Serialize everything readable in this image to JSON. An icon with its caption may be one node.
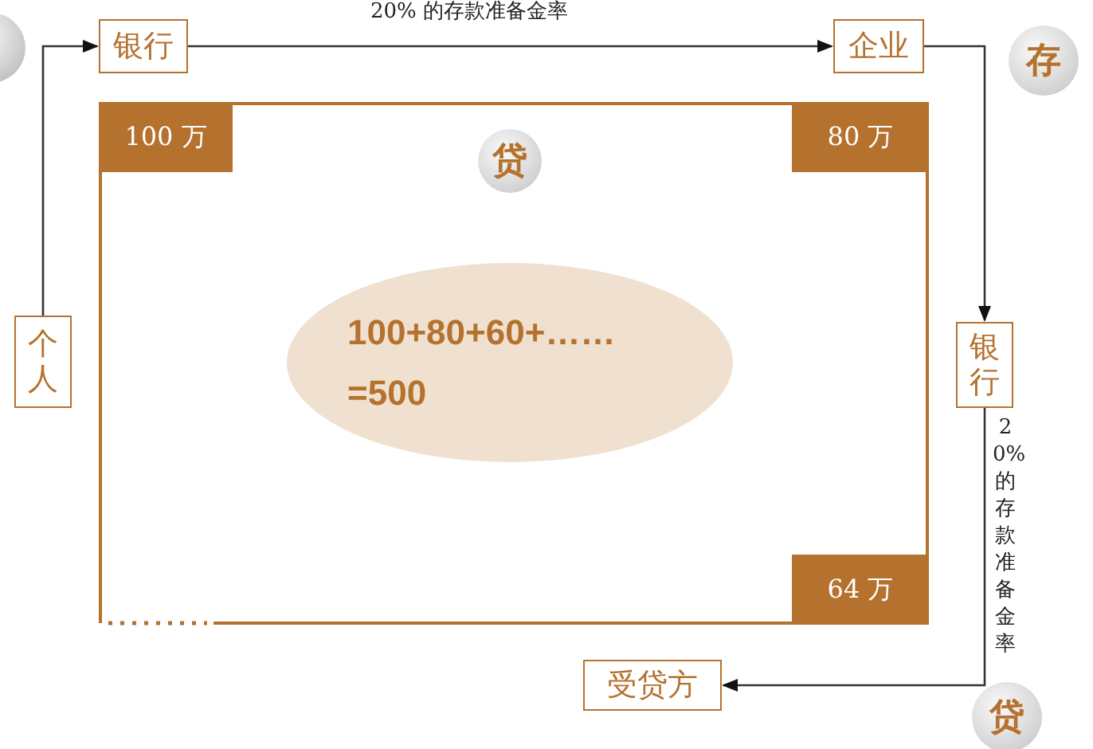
{
  "diagram": {
    "nodes": [
      {
        "text": [
          "银行"
        ]
      },
      {
        "text": [
          "企业"
        ]
      },
      {
        "text": [
          "存"
        ]
      },
      {
        "text": [],
        "shape": "box"
      },
      {
        "text": [
          "100 万"
        ],
        "in": 3
      },
      {
        "text": [
          "贷"
        ],
        "in": 3
      },
      {
        "text": [
          "80 万"
        ],
        "in": 3
      },
      {
        "text": [
          "100+80+60+…… =500"
        ],
        "in": 3
      },
      {
        "text": [
          "64 万"
        ],
        "in": 3
      },
      {
        "text": [
          "个人"
        ]
      },
      {
        "text": [
          "银行"
        ]
      },
      {
        "text": [
          "受贷方"
        ]
      },
      {
        "text": [
          "贷"
        ]
      }
    ],
    "edges": [
      {
        "from": 9,
        "to": 0,
        "arrow": "to"
      },
      {
        "from": 0,
        "to": 1,
        "arrow": "to",
        "label": "20% 的存款准备金率"
      },
      {
        "from": 1,
        "to": 10,
        "arrow": "to"
      },
      {
        "from": 10,
        "to": 11,
        "arrow": "to",
        "label": "20% 的存款准备金率"
      }
    ]
  }
}
